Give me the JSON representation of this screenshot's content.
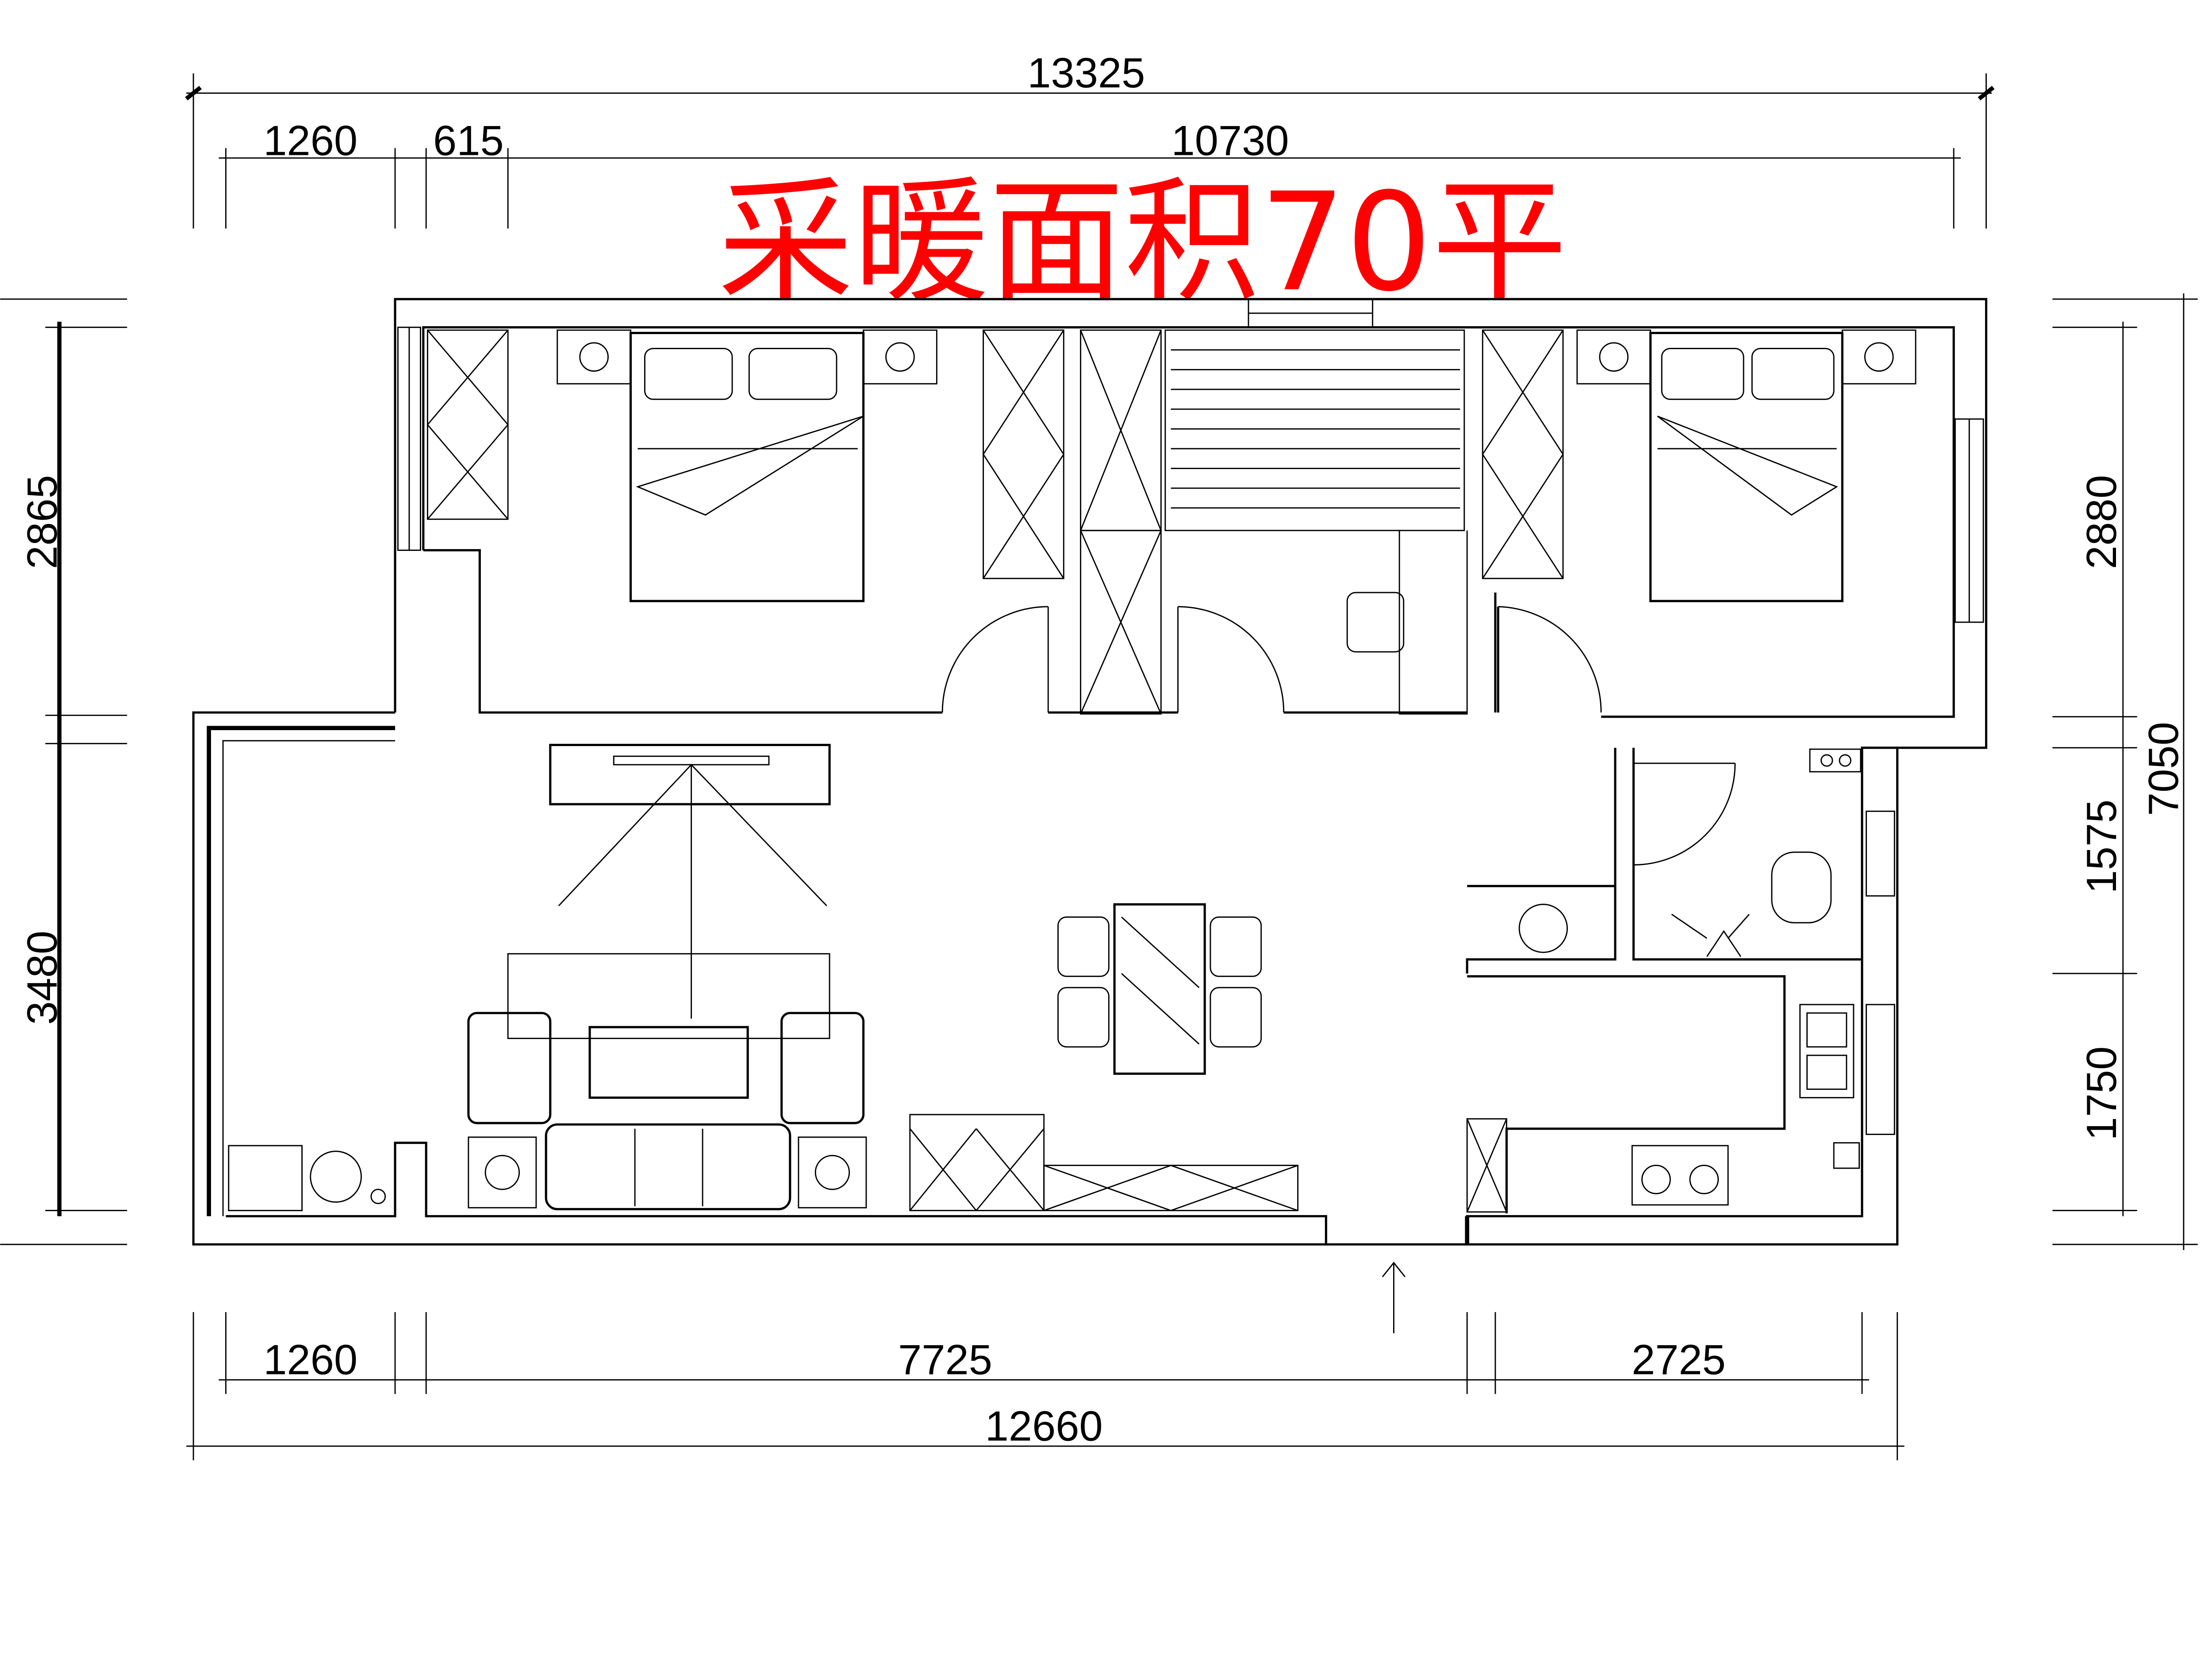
{
  "title": "采暖面积70平",
  "dimensions": {
    "top_total": "13325",
    "top_segments": [
      "1260",
      "615",
      "10730"
    ],
    "left_segments": [
      "2865",
      "3480"
    ],
    "right_segments": [
      "2880",
      "1575",
      "1750"
    ],
    "right_total": "7050",
    "bottom_segments": [
      "1260",
      "7725",
      "2725"
    ],
    "bottom_total": "12660"
  },
  "colors": {
    "title": "#ff0000",
    "lines": "#000000"
  }
}
